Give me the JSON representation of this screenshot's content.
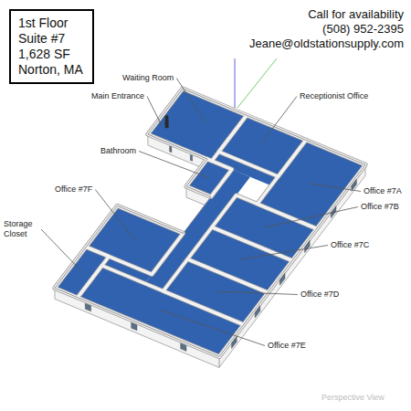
{
  "diagram": {
    "nodes": [
      {
        "text": [
          "1st Floor",
          "Suite #7",
          "1,628 SF",
          "Norton, MA"
        ]
      }
    ],
    "labels": [
      "Call for availability",
      "(508) 952-2395",
      "Jeane@oldstationsupply.com",
      "Waiting Room",
      "Main Entrance",
      "Receptionist Office",
      "Bathroom",
      "Office #7A",
      "Office #7B",
      "Office #7C",
      "Office #7D",
      "Office #7E",
      "Office #7F",
      "Storage Closet",
      "Perspective View"
    ]
  }
}
